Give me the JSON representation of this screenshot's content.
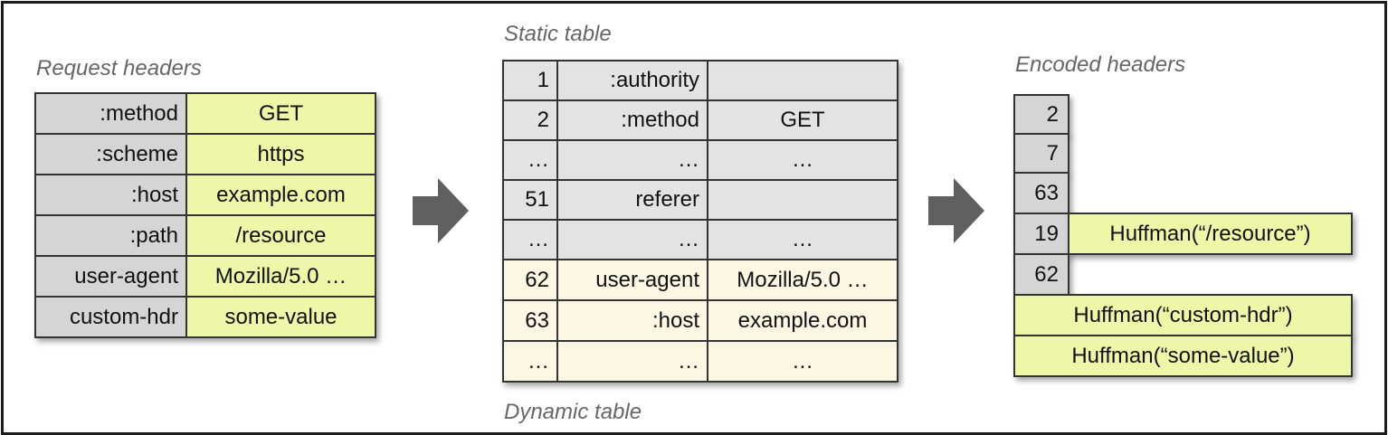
{
  "request": {
    "caption": "Request headers",
    "rows": [
      {
        "name": ":method",
        "value": "GET"
      },
      {
        "name": ":scheme",
        "value": "https"
      },
      {
        "name": ":host",
        "value": "example.com"
      },
      {
        "name": ":path",
        "value": "/resource"
      },
      {
        "name": "user-agent",
        "value": "Mozilla/5.0 …"
      },
      {
        "name": "custom-hdr",
        "value": "some-value"
      }
    ]
  },
  "static_table": {
    "caption": "Static table",
    "rows": [
      {
        "index": "1",
        "name": ":authority",
        "value": ""
      },
      {
        "index": "2",
        "name": ":method",
        "value": "GET"
      },
      {
        "index": "…",
        "name": "…",
        "value": "…"
      },
      {
        "index": "51",
        "name": "referer",
        "value": ""
      },
      {
        "index": "…",
        "name": "…",
        "value": "…"
      }
    ]
  },
  "dynamic_table": {
    "caption": "Dynamic table",
    "rows": [
      {
        "index": "62",
        "name": "user-agent",
        "value": "Mozilla/5.0 …"
      },
      {
        "index": "63",
        "name": ":host",
        "value": "example.com"
      },
      {
        "index": "…",
        "name": "…",
        "value": "…"
      }
    ]
  },
  "encoded": {
    "caption": "Encoded headers",
    "indices": [
      "2",
      "7",
      "63",
      "19",
      "62"
    ],
    "path_literal": "Huffman(“/resource”)",
    "name_literal": "Huffman(“custom-hdr”)",
    "value_literal": "Huffman(“some-value”)"
  },
  "colors": {
    "gray": "#d5d5d5",
    "green": "#eef7a8",
    "cream": "#fbf7e3",
    "arrow": "#606060"
  }
}
